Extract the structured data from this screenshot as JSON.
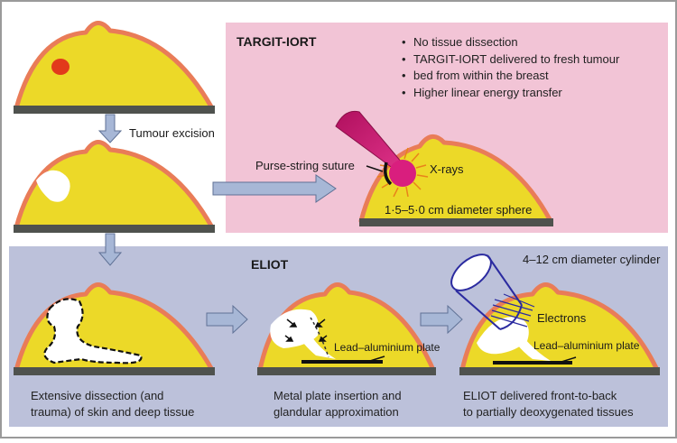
{
  "targit": {
    "title": "TARGIT-IORT",
    "bullets": [
      "No tissue dissection",
      "TARGIT-IORT delivered to fresh tumour",
      "bed from within the breast",
      "Higher linear energy transfer"
    ],
    "suture_label": "Purse-string suture",
    "xray_label": "X-rays",
    "sphere_label": "1·5–5·0 cm diameter sphere"
  },
  "left_flow": {
    "excision_label": "Tumour excision"
  },
  "eliot": {
    "title": "ELIOT",
    "cylinder_label": "4–12 cm diameter cylinder",
    "electrons_label": "Electrons",
    "plate_label_1": "Lead–aluminium plate",
    "plate_label_2": "Lead–aluminium plate",
    "captions": [
      [
        "Extensive dissection (and",
        "trauma) of skin and deep tissue"
      ],
      [
        "Metal plate insertion and",
        "glandular approximation"
      ],
      [
        "ELIOT delivered front-to-back",
        "to partially deoxygenated tissues"
      ]
    ]
  },
  "colors": {
    "targit_panel": "#f2c4d6",
    "eliot_panel": "#bcc1da",
    "breast_fill": "#ecd928",
    "skin": "#e97c58",
    "base": "#4f524e",
    "tumour": "#e23a1b",
    "applicator": "#c2156b",
    "arrow": "#a7b7d6"
  }
}
